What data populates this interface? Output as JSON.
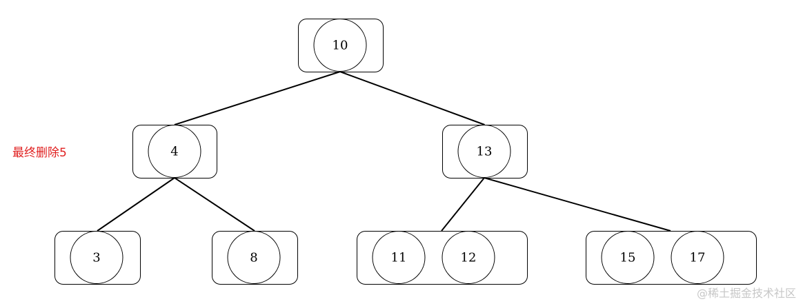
{
  "annotation": "最终删除5",
  "watermark": "@稀土掘金技术社区",
  "colors": {
    "annotation": "#e02020",
    "stroke": "#000000",
    "watermark": "#c7c7c7"
  },
  "tree": {
    "nodes": [
      {
        "id": "n10",
        "keys": [
          "10"
        ],
        "level": 0
      },
      {
        "id": "n4",
        "keys": [
          "4"
        ],
        "level": 1
      },
      {
        "id": "n13",
        "keys": [
          "13"
        ],
        "level": 1
      },
      {
        "id": "n3",
        "keys": [
          "3"
        ],
        "level": 2
      },
      {
        "id": "n8",
        "keys": [
          "8"
        ],
        "level": 2
      },
      {
        "id": "n11-12",
        "keys": [
          "11",
          "12"
        ],
        "level": 2
      },
      {
        "id": "n15-17",
        "keys": [
          "15",
          "17"
        ],
        "level": 2
      }
    ],
    "edges": [
      {
        "from": "n10",
        "to": "n4"
      },
      {
        "from": "n10",
        "to": "n13"
      },
      {
        "from": "n4",
        "to": "n3"
      },
      {
        "from": "n4",
        "to": "n8"
      },
      {
        "from": "n13",
        "to": "n11-12"
      },
      {
        "from": "n13",
        "to": "n15-17"
      }
    ]
  }
}
